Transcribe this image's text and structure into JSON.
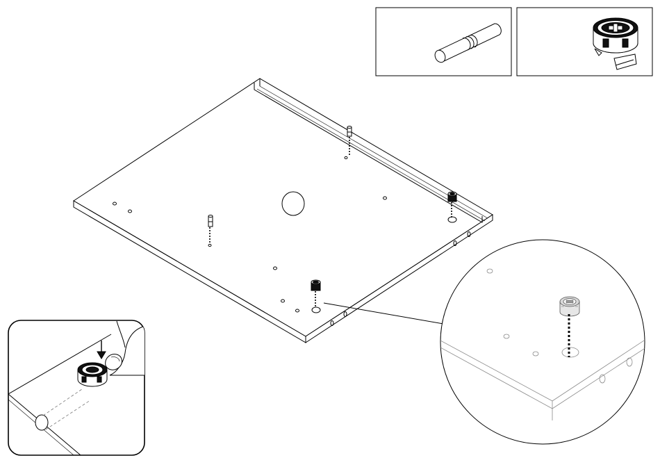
{
  "diagram": {
    "style": "assembly-instruction",
    "parts": [
      {
        "id": "wooden-dowel",
        "icon": "wooden-dowel-icon"
      },
      {
        "id": "cam-lock-fitting",
        "icon": "cam-lock-icon"
      }
    ],
    "steps": [
      {
        "id": "insert-cam-lock",
        "direction": "down"
      },
      {
        "id": "detail-zoom",
        "shape": "circle"
      }
    ],
    "colors": {
      "line": "#000000",
      "background": "#ffffff",
      "detail-gray": "#8a8a8a"
    }
  }
}
